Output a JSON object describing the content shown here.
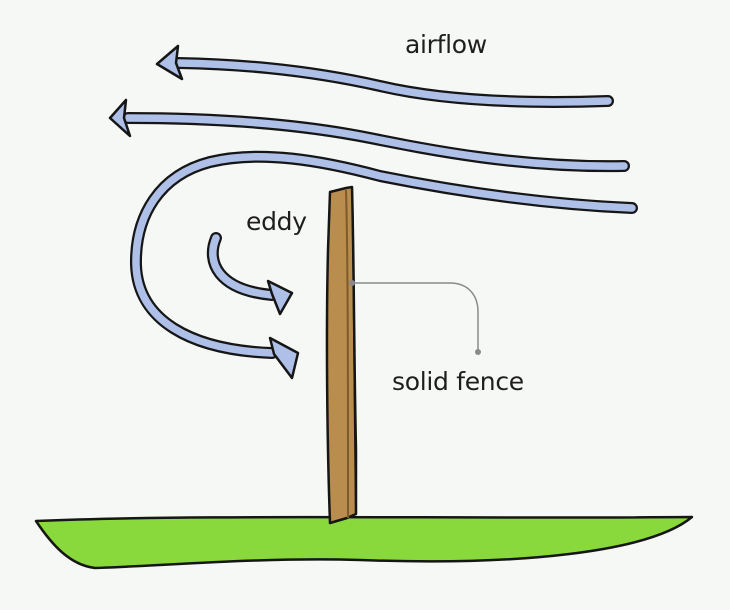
{
  "labels": {
    "airflow": "airflow",
    "eddy": "eddy",
    "fence": "solid fence"
  },
  "colors": {
    "background": "#f6f8f5",
    "arrow_fill": "#aebfe8",
    "outline": "#161616",
    "fence_fill": "#b98d4d",
    "fence_edge": "#7d5a2a",
    "ground_fill": "#8ad93c",
    "leader_line": "#8a8a8a"
  }
}
